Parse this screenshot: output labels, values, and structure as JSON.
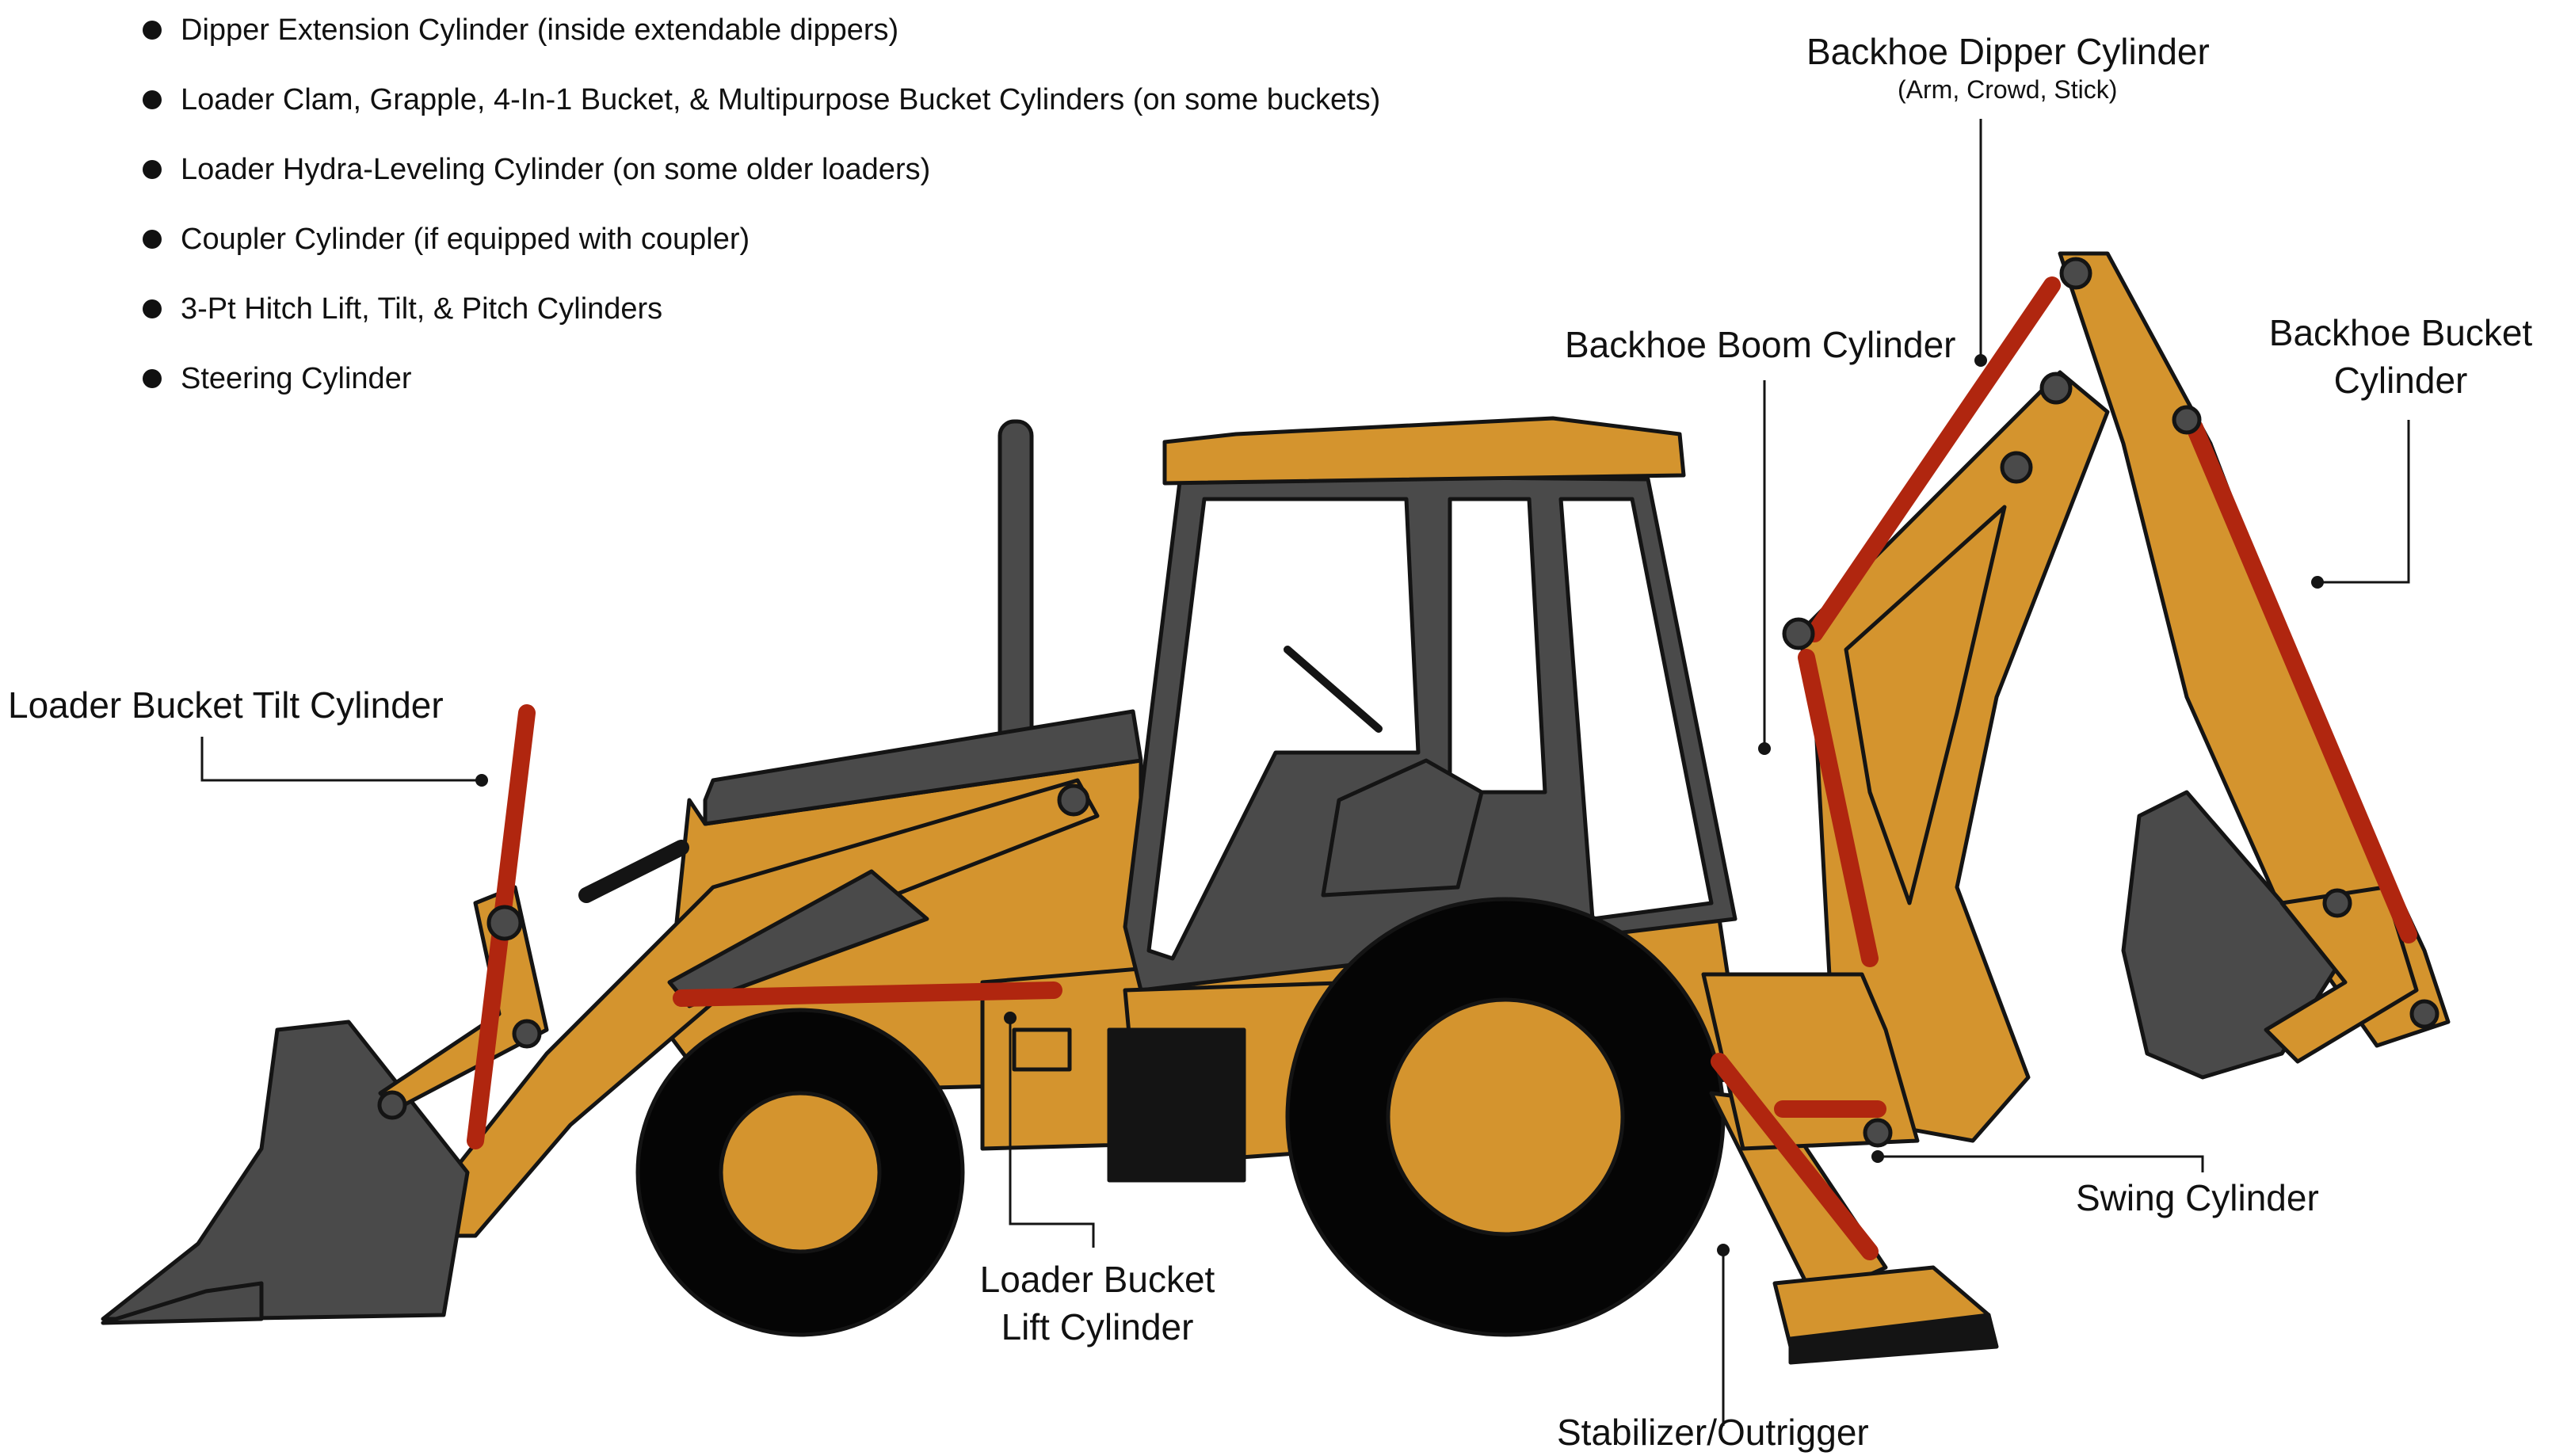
{
  "features": [
    "Dipper Extension Cylinder (inside extendable dippers)",
    "Loader Clam, Grapple, 4-In-1 Bucket, & Multipurpose Bucket Cylinders (on some buckets)",
    "Loader Hydra-Leveling Cylinder (on some older loaders)",
    "Coupler Cylinder (if equipped with coupler)",
    "3-Pt Hitch Lift, Tilt, & Pitch Cylinders",
    "Steering Cylinder"
  ],
  "labels": {
    "backhoe_dipper_cylinder": "Backhoe Dipper Cylinder",
    "backhoe_dipper_cylinder_sub": "(Arm, Crowd, Stick)",
    "backhoe_boom_cylinder": "Backhoe Boom Cylinder",
    "backhoe_bucket_cylinder_line1": "Backhoe Bucket",
    "backhoe_bucket_cylinder_line2": "Cylinder",
    "loader_bucket_tilt_cylinder": "Loader Bucket Tilt Cylinder",
    "loader_bucket_lift_cylinder_line1": "Loader Bucket",
    "loader_bucket_lift_cylinder_line2": "Lift Cylinder",
    "swing_cylinder": "Swing Cylinder",
    "stabilizer_outrigger": "Stabilizer/Outrigger"
  },
  "colors": {
    "body": "#d4942e",
    "cylinder": "#b0260f",
    "dark": "#4a4a4a",
    "tire": "#050505",
    "outline": "#141414"
  }
}
